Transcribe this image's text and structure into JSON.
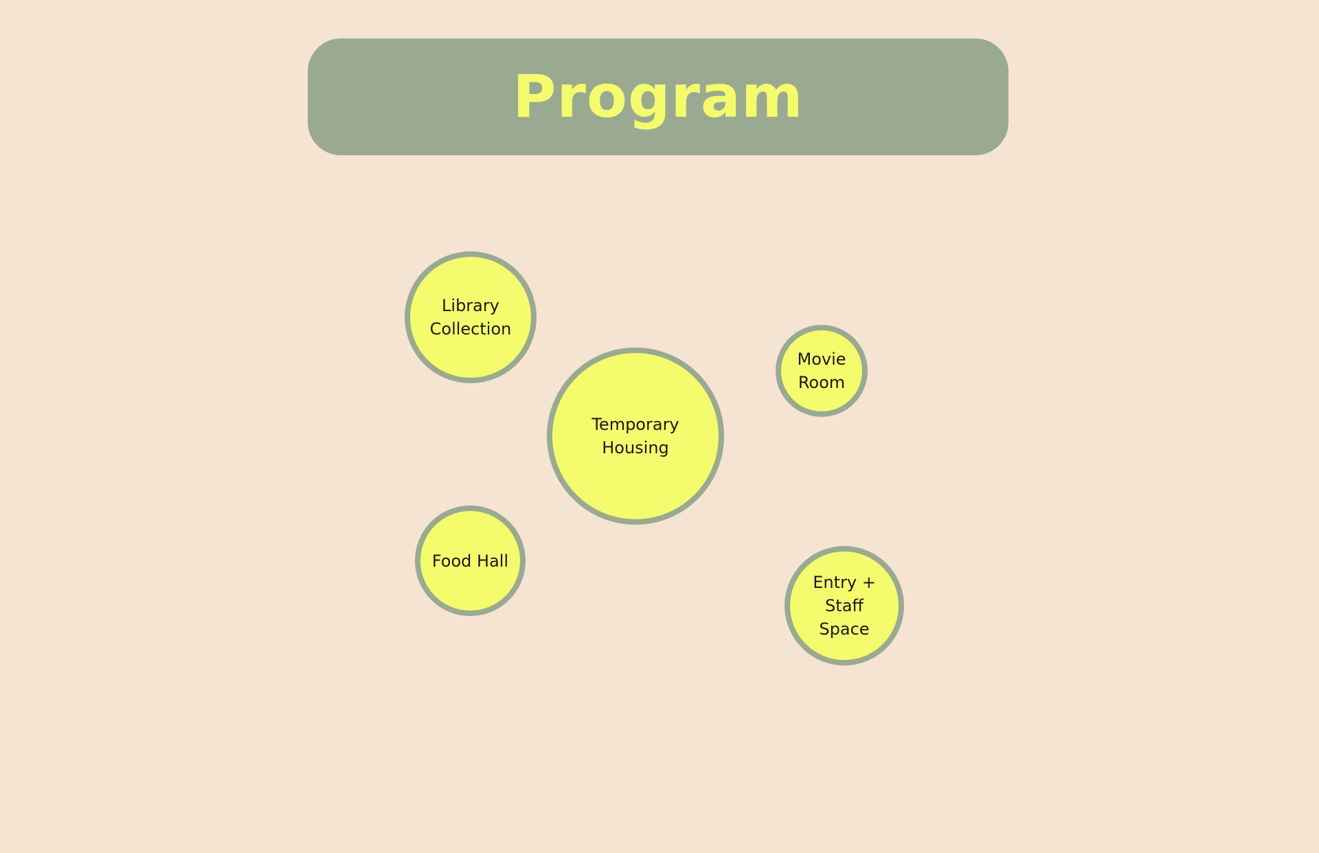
{
  "title": "Program",
  "colors": {
    "background": "#f5e4d2",
    "banner": "#9aaa91",
    "title_text": "#f4fc6e",
    "bubble_fill": "#f4fc6e",
    "bubble_border": "#9aaa91",
    "bubble_text": "#1a1a1a"
  },
  "bubbles": [
    {
      "label": "Library\nCollection"
    },
    {
      "label": "Temporary Housing"
    },
    {
      "label": "Movie\nRoom"
    },
    {
      "label": "Food Hall"
    },
    {
      "label": "Entry + Staff\nSpace"
    }
  ]
}
